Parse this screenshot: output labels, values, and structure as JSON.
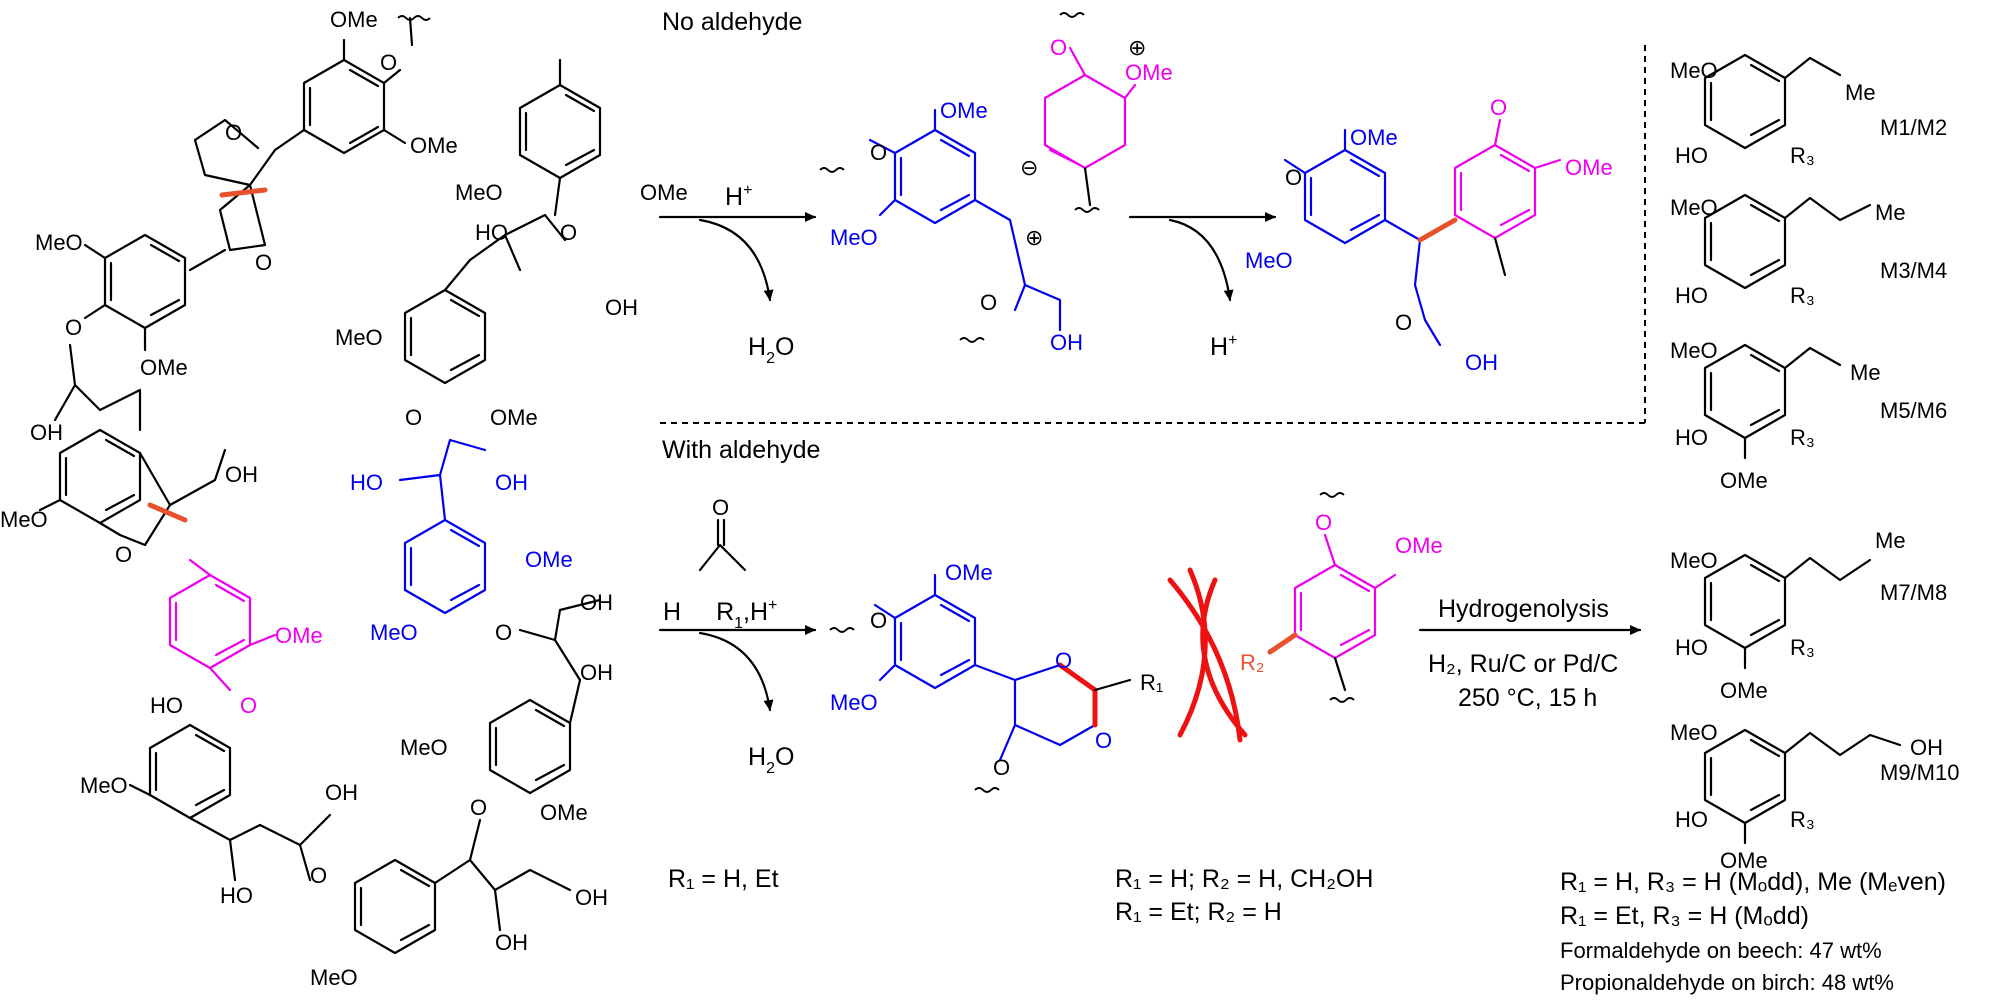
{
  "sections": {
    "top_title": "No aldehyde",
    "bottom_title": "With aldehyde"
  },
  "reagents": {
    "acid": "H",
    "acid_sup": "+",
    "water": "H",
    "water_sub": "2",
    "water_o": "O",
    "proton": "H",
    "proton_sup": "+",
    "aldehyde_h": "H",
    "aldehyde_o": "O",
    "aldehyde_r": "R",
    "aldehyde_r_sub": "1",
    "aldehyde_hplus": ",H",
    "aldehyde_hplus_sup": "+"
  },
  "hydrogenolysis": {
    "title": "Hydrogenolysis",
    "conditions_line1": "H₂, Ru/C or Pd/C",
    "conditions_line2": "250 °C, 15 h"
  },
  "r_definitions": {
    "left": "R₁ = H, Et",
    "middle_line1": "R₁ = H; R₂ = H, CH₂OH",
    "middle_line2": "R₁ = Et; R₂ = H"
  },
  "products": [
    {
      "id": "M1/M2",
      "chain": "Me"
    },
    {
      "id": "M3/M4",
      "chain": "Me"
    },
    {
      "id": "M5/M6",
      "chain": "Me"
    },
    {
      "id": "M7/M8",
      "chain": "Me"
    },
    {
      "id": "M9/M10",
      "chain": "OH"
    }
  ],
  "product_labels": {
    "meo": "MeO",
    "ho": "HO",
    "ome": "OMe",
    "r3": "R₃"
  },
  "footer": {
    "line1": "R₁ = H, R₃ = H (Mₒdd), Me (Mₑven)",
    "line2": "R₁ = Et, R₃ = H (Mₒdd)",
    "line3": "Formaldehyde on beech: 47 wt%",
    "line4": "Propionaldehyde on birch: 48 wt%"
  },
  "labels": {
    "ome": "OMe",
    "meo": "MeO",
    "oh": "OH",
    "ho": "HO",
    "o": "O",
    "r1": "R₁",
    "r2": "R₂",
    "plus": "⊕",
    "minus": "⊖"
  },
  "colors": {
    "black": "#000000",
    "blue": "#0000ee",
    "magenta": "#ee00ee",
    "orange": "#e8512b",
    "red": "#ee1111"
  }
}
